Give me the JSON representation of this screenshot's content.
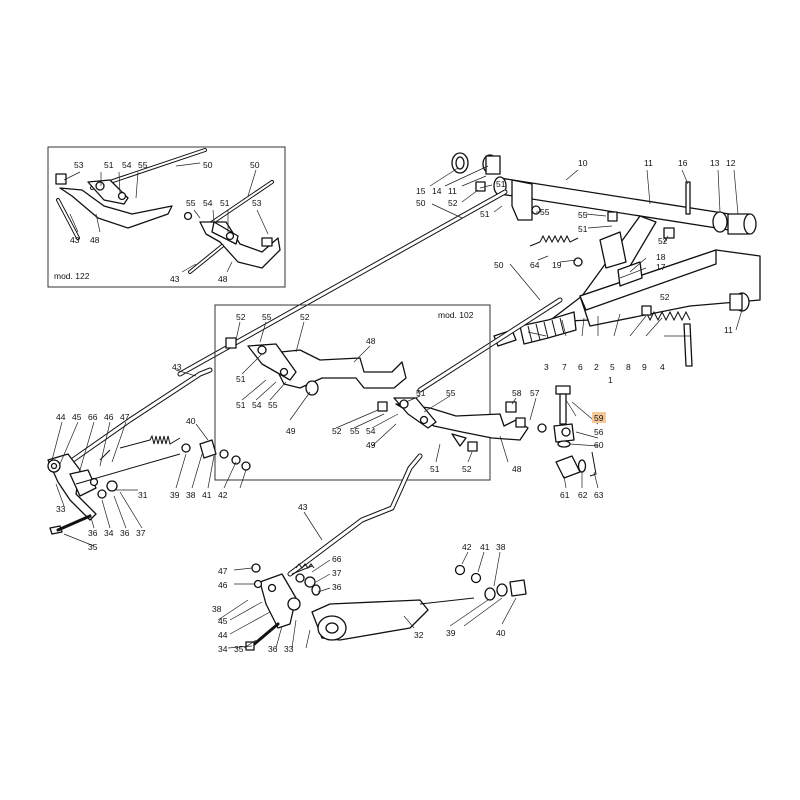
{
  "highlight": {
    "label": "59",
    "color": "#f6c99a"
  },
  "insets": {
    "mod122": {
      "label": "mod.  122"
    },
    "mod102": {
      "label": "mod.  102"
    }
  },
  "labels": {
    "l53a": "53",
    "l51a": "51",
    "l54a": "54",
    "l55a": "55",
    "l50a": "50",
    "l43a": "43",
    "l48a": "48",
    "l50b": "50",
    "l55b": "55",
    "l54b": "54",
    "l51b": "51",
    "l53b": "53",
    "l43b": "43",
    "l48b": "48",
    "l15": "15",
    "l14": "14",
    "l11a": "11",
    "l10": "10",
    "l11b": "11",
    "l16": "16",
    "l13": "13",
    "l12": "12",
    "l51c": "51",
    "l52a": "52",
    "l50c": "50",
    "l55c": "55",
    "l51d": "51",
    "l52b": "52",
    "l64": "64",
    "l19": "19",
    "l50d": "50",
    "l18": "18",
    "l17": "17",
    "l52c": "52",
    "l11c": "11",
    "l3": "3",
    "l7": "7",
    "l6": "6",
    "l2": "2",
    "l5": "5",
    "l8": "8",
    "l9": "9",
    "l4": "4",
    "l1": "1",
    "l52d": "52",
    "l55d": "55",
    "l52e": "52",
    "l48c": "48",
    "l51e": "51",
    "l51f": "51",
    "l54c": "54",
    "l55e": "55",
    "l49a": "49",
    "l51g": "51",
    "l55f": "55",
    "l52f": "52",
    "l55g": "55",
    "l54d": "54",
    "l49b": "49",
    "l51h": "51",
    "l52g": "52",
    "l48d": "48",
    "l58": "58",
    "l57": "57",
    "l56": "56",
    "l60": "60",
    "l61": "61",
    "l62": "62",
    "l63": "63",
    "l43c": "43",
    "l40a": "40",
    "l44a": "44",
    "l45a": "45",
    "l66a": "66",
    "l46a": "46",
    "l47a": "47",
    "l39a": "39",
    "l38a": "38",
    "l41a": "41",
    "l42a": "42",
    "l31": "31",
    "l33a": "33",
    "l36a": "36",
    "l34a": "34",
    "l36b": "36",
    "l37a": "37",
    "l35a": "35",
    "l43d": "43",
    "l47b": "47",
    "l46b": "46",
    "l66b": "66",
    "l37b": "37",
    "l36c": "36",
    "l45b": "45",
    "l44b": "44",
    "l34b": "34",
    "l35b": "35",
    "l38b": "38",
    "l36d": "36",
    "l33b": "33",
    "l32": "32",
    "l42b": "42",
    "l41b": "41",
    "l38c": "38",
    "l39b": "39",
    "l40b": "40"
  }
}
